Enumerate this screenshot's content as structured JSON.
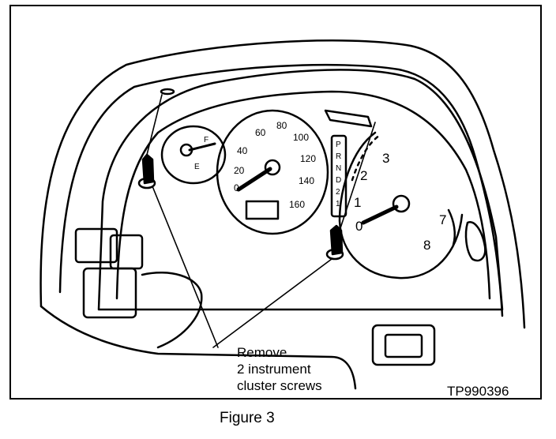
{
  "figure": {
    "caption": "Figure 3",
    "figure_id": "TP990396",
    "callout_lines": [
      "Remove",
      "2 instrument",
      "cluster screws"
    ]
  },
  "speedometer": {
    "ticks": [
      "0",
      "20",
      "40",
      "60",
      "80",
      "100",
      "120",
      "140",
      "160"
    ]
  },
  "tachometer": {
    "ticks": [
      "0",
      "1",
      "2",
      "3",
      "7",
      "8"
    ]
  },
  "fuel_gauge": {
    "marks": [
      "F",
      "E"
    ]
  },
  "shift_indicator": {
    "positions": [
      "P",
      "R",
      "N",
      "D",
      "2",
      "1"
    ]
  },
  "colors": {
    "line": "#000000",
    "background": "#ffffff"
  }
}
